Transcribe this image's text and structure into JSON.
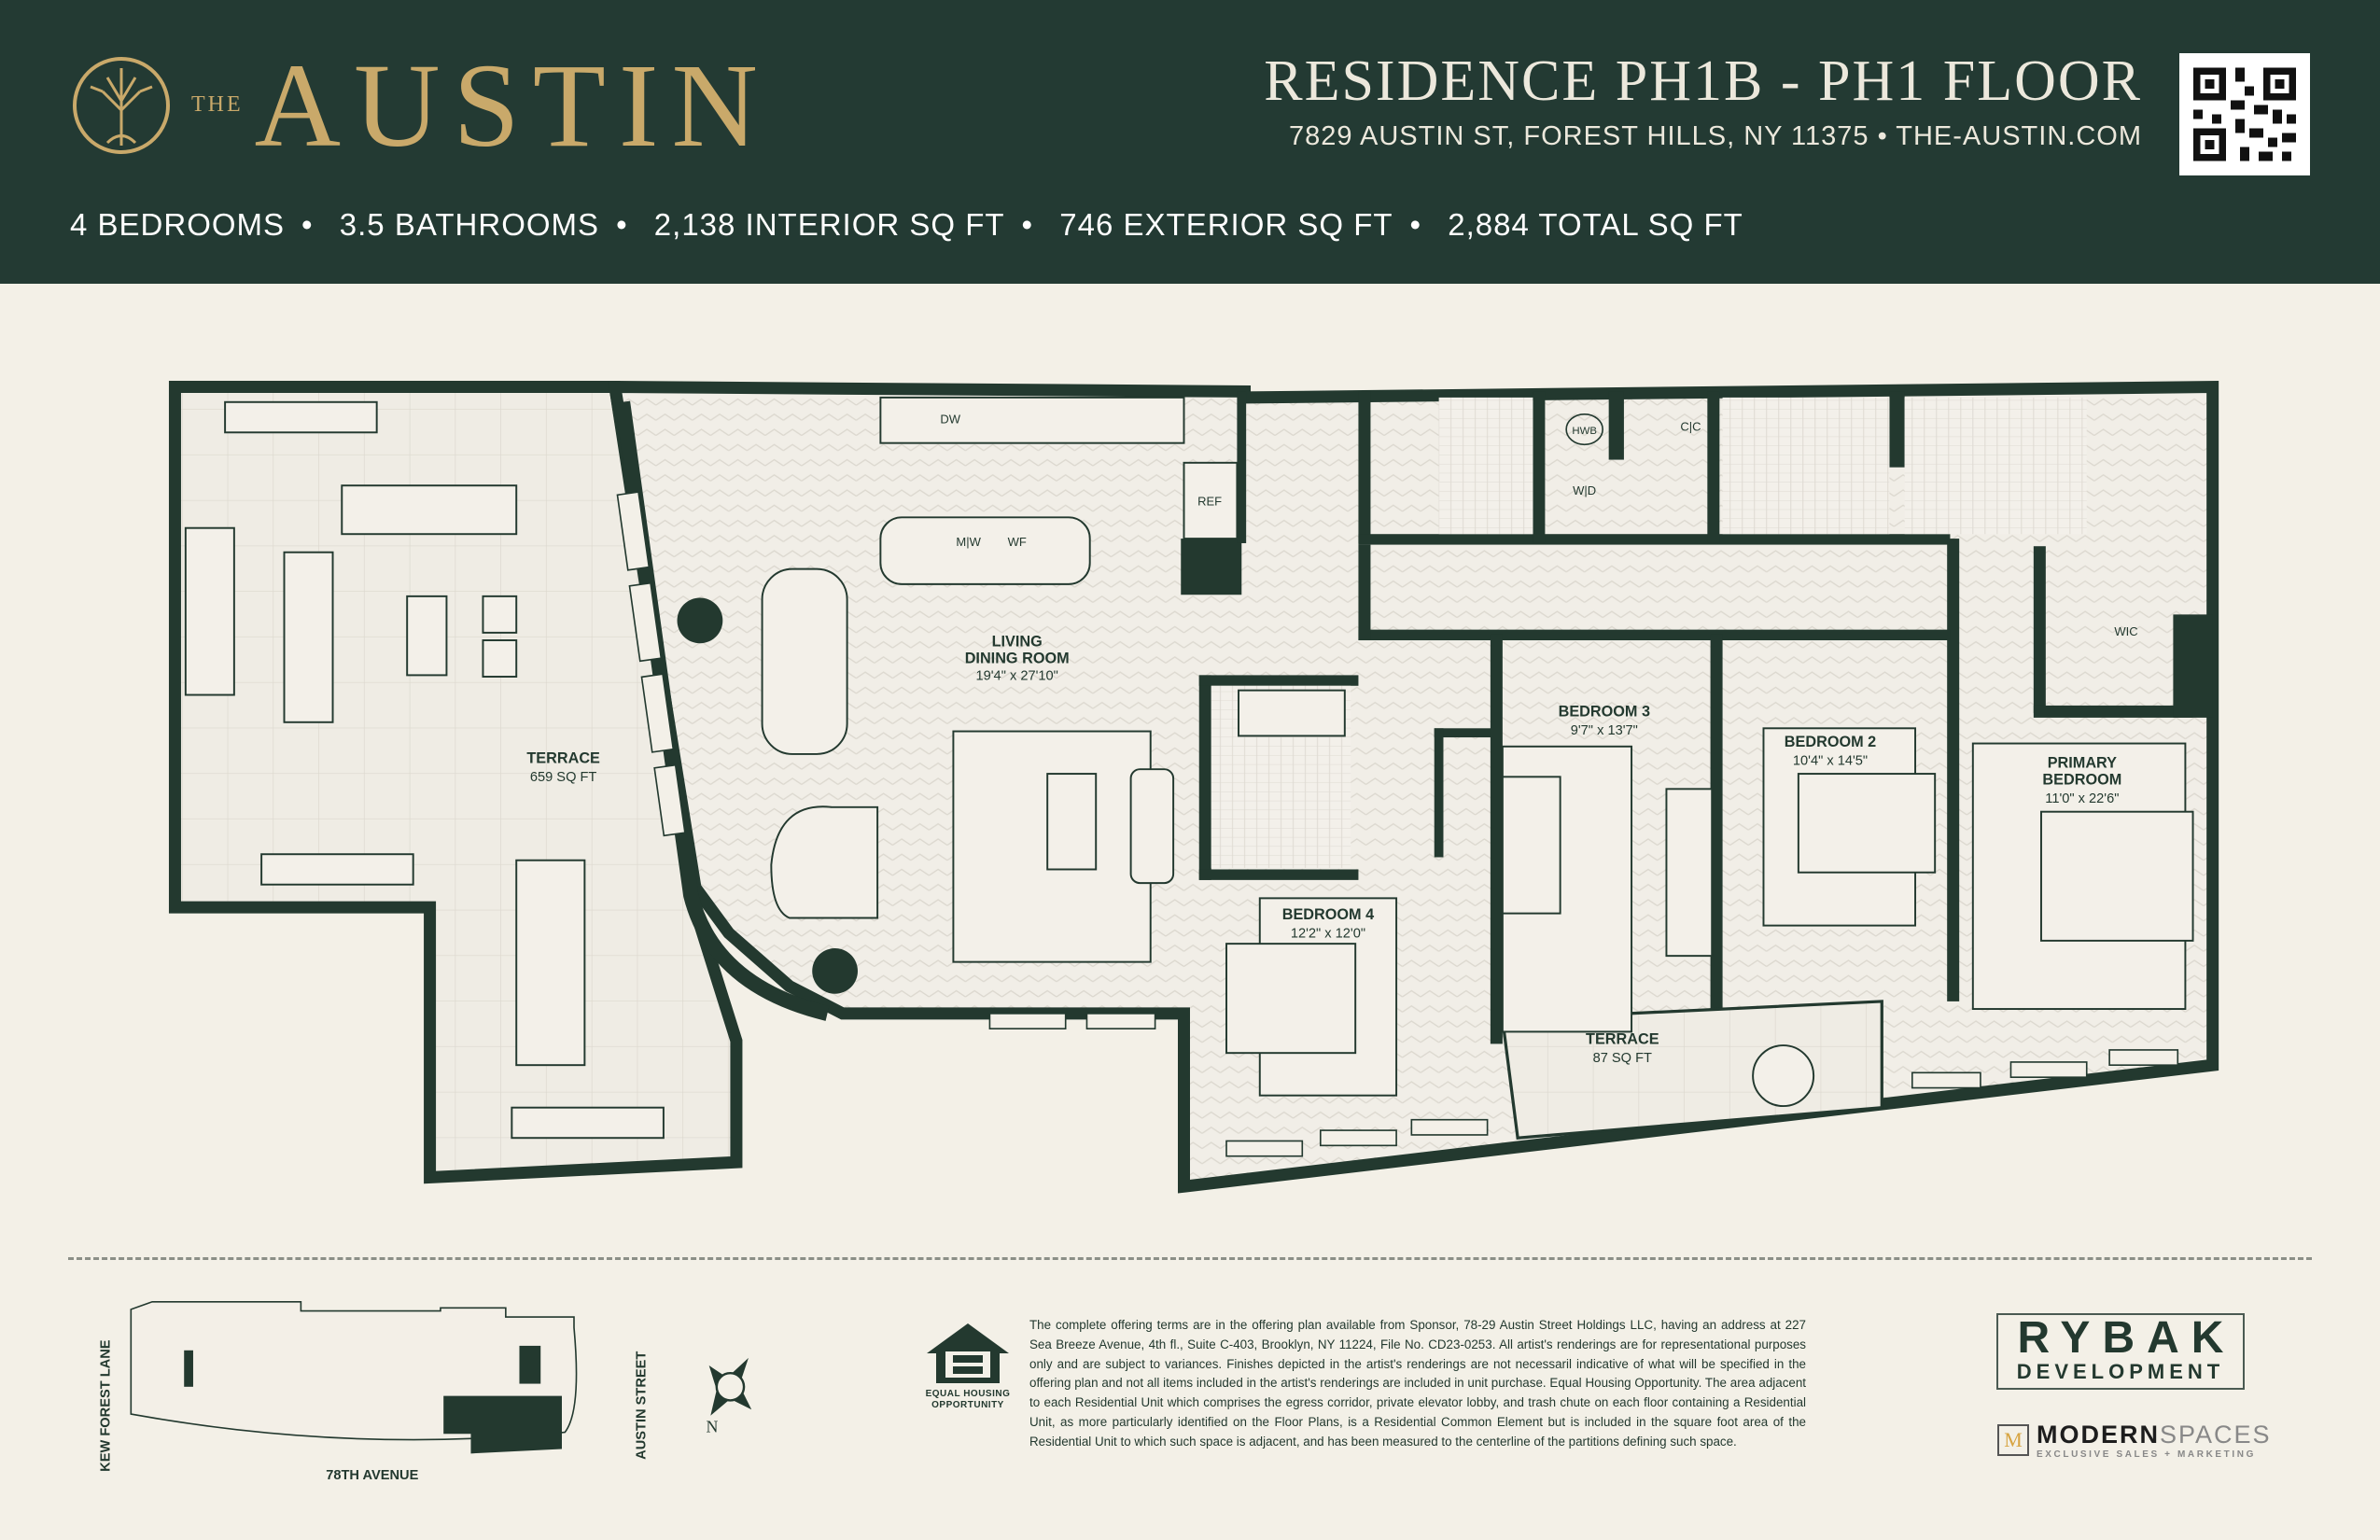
{
  "brand": {
    "the": "THE",
    "name": "AUSTIN",
    "gold": "#c9a96a",
    "dark": "#233a33"
  },
  "residence": {
    "title": "RESIDENCE PH1B - PH1 FLOOR",
    "address": "7829 AUSTIN ST, FOREST HILLS, NY 11375 • THE-AUSTIN.COM"
  },
  "stats": [
    "4 BEDROOMS",
    "3.5 BATHROOMS",
    "2,138 INTERIOR SQ FT",
    "746 EXTERIOR SQ FT",
    "2,884 TOTAL SQ FT"
  ],
  "rooms": {
    "living": {
      "name1": "LIVING",
      "name2": "DINING ROOM",
      "dims": "19'4\" x 27'10\""
    },
    "terrace_large": {
      "name": "TERRACE",
      "area": "659 SQ FT"
    },
    "bedroom3": {
      "name": "BEDROOM 3",
      "dims": "9'7\" x 13'7\""
    },
    "bedroom2": {
      "name": "BEDROOM 2",
      "dims": "10'4\" x 14'5\""
    },
    "primary": {
      "name1": "PRIMARY",
      "name2": "BEDROOM",
      "dims": "11'0\" x 22'6\""
    },
    "bedroom4": {
      "name": "BEDROOM 4",
      "dims": "12'2\" x 12'0\""
    },
    "terrace_small": {
      "name": "TERRACE",
      "area": "87 SQ FT"
    },
    "wic": "WIC"
  },
  "fixtures": {
    "dw": "DW",
    "mw": "M|W",
    "wf": "WF",
    "ref": "REF",
    "hwb": "HWB",
    "wd": "W|D",
    "cc": "C|C"
  },
  "keyplan": {
    "west": "KEW FOREST LANE",
    "south": "78TH AVENUE",
    "east": "AUSTIN STREET",
    "north": "N"
  },
  "footer": {
    "eho": [
      "EQUAL HOUSING",
      "OPPORTUNITY"
    ],
    "disclaimer": "The complete offering terms are in the offering plan available from Sponsor, 78-29 Austin Street Holdings LLC, having an address at 227 Sea Breeze Avenue, 4th fl., Suite C-403, Brooklyn, NY 11224, File No. CD23-0253. All artist's renderings are for representational purposes only and are subject to variances. Finishes depicted in the artist's renderings are not necessaril indicative of what will be specified in the offering plan and not all items included in the artist's renderings are included in unit purchase. Equal Housing Opportunity. The area adjacent to each Residential Unit which comprises the egress corridor, private elevator lobby, and trash chute on each floor containing a Residential Unit, as more particularly identified on the Floor Plans, is a Residential Common Element but is included in the square foot area of the Residential Unit to which such space is adjacent, and has been measured to the centerline of the partitions defining such space.",
    "rybak_top": "RYBAK",
    "rybak_bottom": "DEVELOPMENT",
    "ms_mark": "M",
    "ms_modern": "MODERN",
    "ms_spaces": "SPACES",
    "ms_sub": "EXCLUSIVE SALES + MARKETING"
  }
}
